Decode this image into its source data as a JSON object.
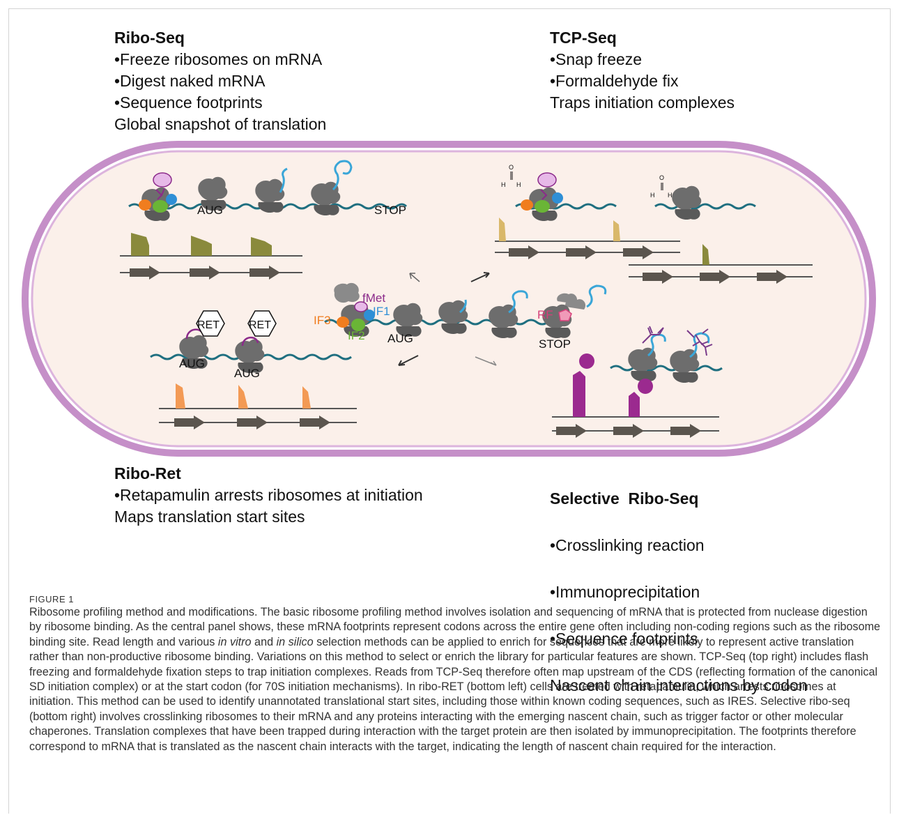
{
  "figure": {
    "panels": {
      "ribo_seq": {
        "title": "Ribo-Seq",
        "lines": [
          "•Freeze ribosomes on mRNA",
          "•Digest naked mRNA",
          "•Sequence footprints",
          "Global snapshot of translation"
        ]
      },
      "tcp_seq": {
        "title": "TCP-Seq",
        "lines": [
          "•Snap freeze",
          "•Formaldehyde fix",
          "Traps initiation complexes"
        ]
      },
      "ribo_ret": {
        "title": "Ribo-Ret",
        "lines": [
          "•Retapamulin arrests ribosomes at initiation",
          "Maps translation start sites"
        ]
      },
      "selective": {
        "title": "Selective  Ribo-Seq",
        "lines": [
          "•Crosslinking reaction",
          "•Immunoprecipitation",
          "•Sequence footprints",
          "Nascent chain interactions by codon"
        ]
      }
    },
    "diagram_labels": {
      "aug": "AUG",
      "stop": "STOP",
      "fmet": "fMet",
      "if1": "IF1",
      "if2": "IF2",
      "if3": "IF3",
      "rf": "RF",
      "ret": "RET",
      "formaldehyde_o": "O",
      "formaldehyde_h": "H"
    },
    "colors": {
      "cell_border": "#c58fc8",
      "cell_fill": "#fbf0ea",
      "mrna": "#1f6f80",
      "ribosome": "#6d6d6d",
      "ribo_seq_peaks": "#8a8a3c",
      "tcp_peak_1": "#d9b86a",
      "tcp_peak_2": "#8a8a3c",
      "ret_peaks": "#f39a55",
      "selective_peaks": "#9b2a8f",
      "if3": "#f07d1f",
      "if2": "#6ab536",
      "if1": "#2f8fd6",
      "fmet": "#8b2a8a",
      "rf": "#d6407a"
    }
  },
  "caption": {
    "label": "FIGURE 1",
    "p1": "Ribosome profiling method and modifications. The basic ribosome profiling method involves isolation and sequencing of mRNA that is protected from nuclease digestion by ribosome binding. As the central panel shows, these mRNA footprints represent codons across the entire gene often including non-coding regions such as the ribosome binding site. Read length and various ",
    "i1": "in vitro",
    "p2": " and ",
    "i2": "in silico",
    "p3": " selection methods can be applied to enrich for sequences that are more likely to represent active translation rather than non-productive ribosome binding. Variations on this method to select or enrich the library for particular features are shown. TCP-Seq (top right) includes flash freezing and formaldehyde fixation steps to trap initiation complexes. Reads from TCP-Seq therefore often map upstream of the CDS (reflecting formation of the canonical SD initiation complex) or at the start codon (for 70S initiation mechanisms). In ribo-RET (bottom left) cells are treated with retapamulin, which arrests ribosomes at initiation. This method can be used to identify unannotated translational start sites, including those within known coding sequences, such as IRES. Selective ribo-seq (bottom right) involves crosslinking ribosomes to their mRNA and any proteins interacting with the emerging nascent chain, such as trigger factor or other molecular chaperones. Translation complexes that have been trapped during interaction with the target protein are then isolated by immunoprecipitation. The footprints therefore correspond to mRNA that is translated as the nascent chain interacts with the target, indicating the length of nascent chain required for the interaction."
  }
}
